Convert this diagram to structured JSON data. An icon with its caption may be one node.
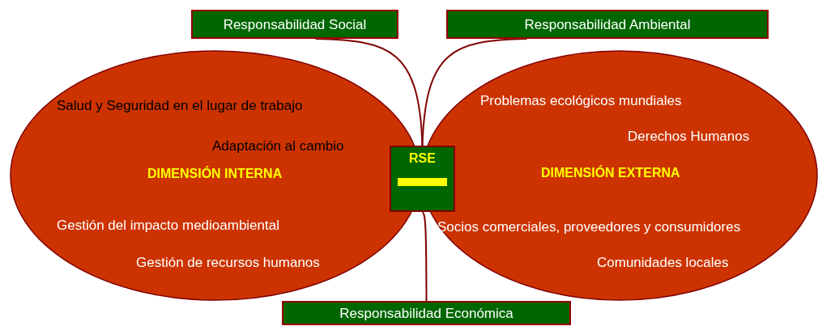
{
  "diagram": {
    "nodes": [
      {
        "text": [
          "Responsabilidad Social"
        ]
      },
      {
        "text": [
          "Responsabilidad Ambiental"
        ]
      },
      {
        "text": [
          "Salud y Seguridad en el lugar de trabajo",
          "Adaptación al cambio",
          "DIMENSIÓN INTERNA",
          "Gestión del impacto medioambiental",
          "Gestión de recursos humanos"
        ]
      },
      {
        "text": [
          "Problemas ecológicos mundiales",
          "Derechos Humanos",
          "DIMENSIÓN EXTERNA",
          "Socios comerciales, proveedores y consumidores",
          "Comunidades locales"
        ]
      },
      {
        "text": [
          "RSE"
        ]
      },
      {
        "text": [
          "Responsabilidad Económica"
        ]
      }
    ],
    "edges": [
      {
        "from": 0,
        "to": 4,
        "arrow": "none"
      },
      {
        "from": 1,
        "to": 4,
        "arrow": "none"
      },
      {
        "from": 4,
        "to": 5,
        "arrow": "none"
      }
    ]
  }
}
